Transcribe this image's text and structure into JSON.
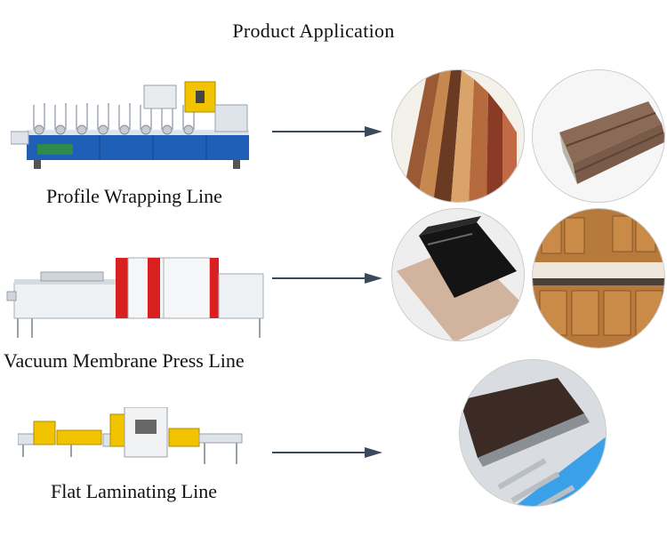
{
  "title": "Product  Application",
  "rows": [
    {
      "caption": "Profile Wrapping Line"
    },
    {
      "caption": "Vacuum Membrane Press Line"
    },
    {
      "caption": "Flat Laminating Line"
    }
  ],
  "colors": {
    "arrow": "#3a4a5c",
    "machine_blue": "#1f5fb8",
    "machine_red": "#d82020",
    "machine_yellow": "#f2c400",
    "belt_blue": "#3aa0e8"
  }
}
